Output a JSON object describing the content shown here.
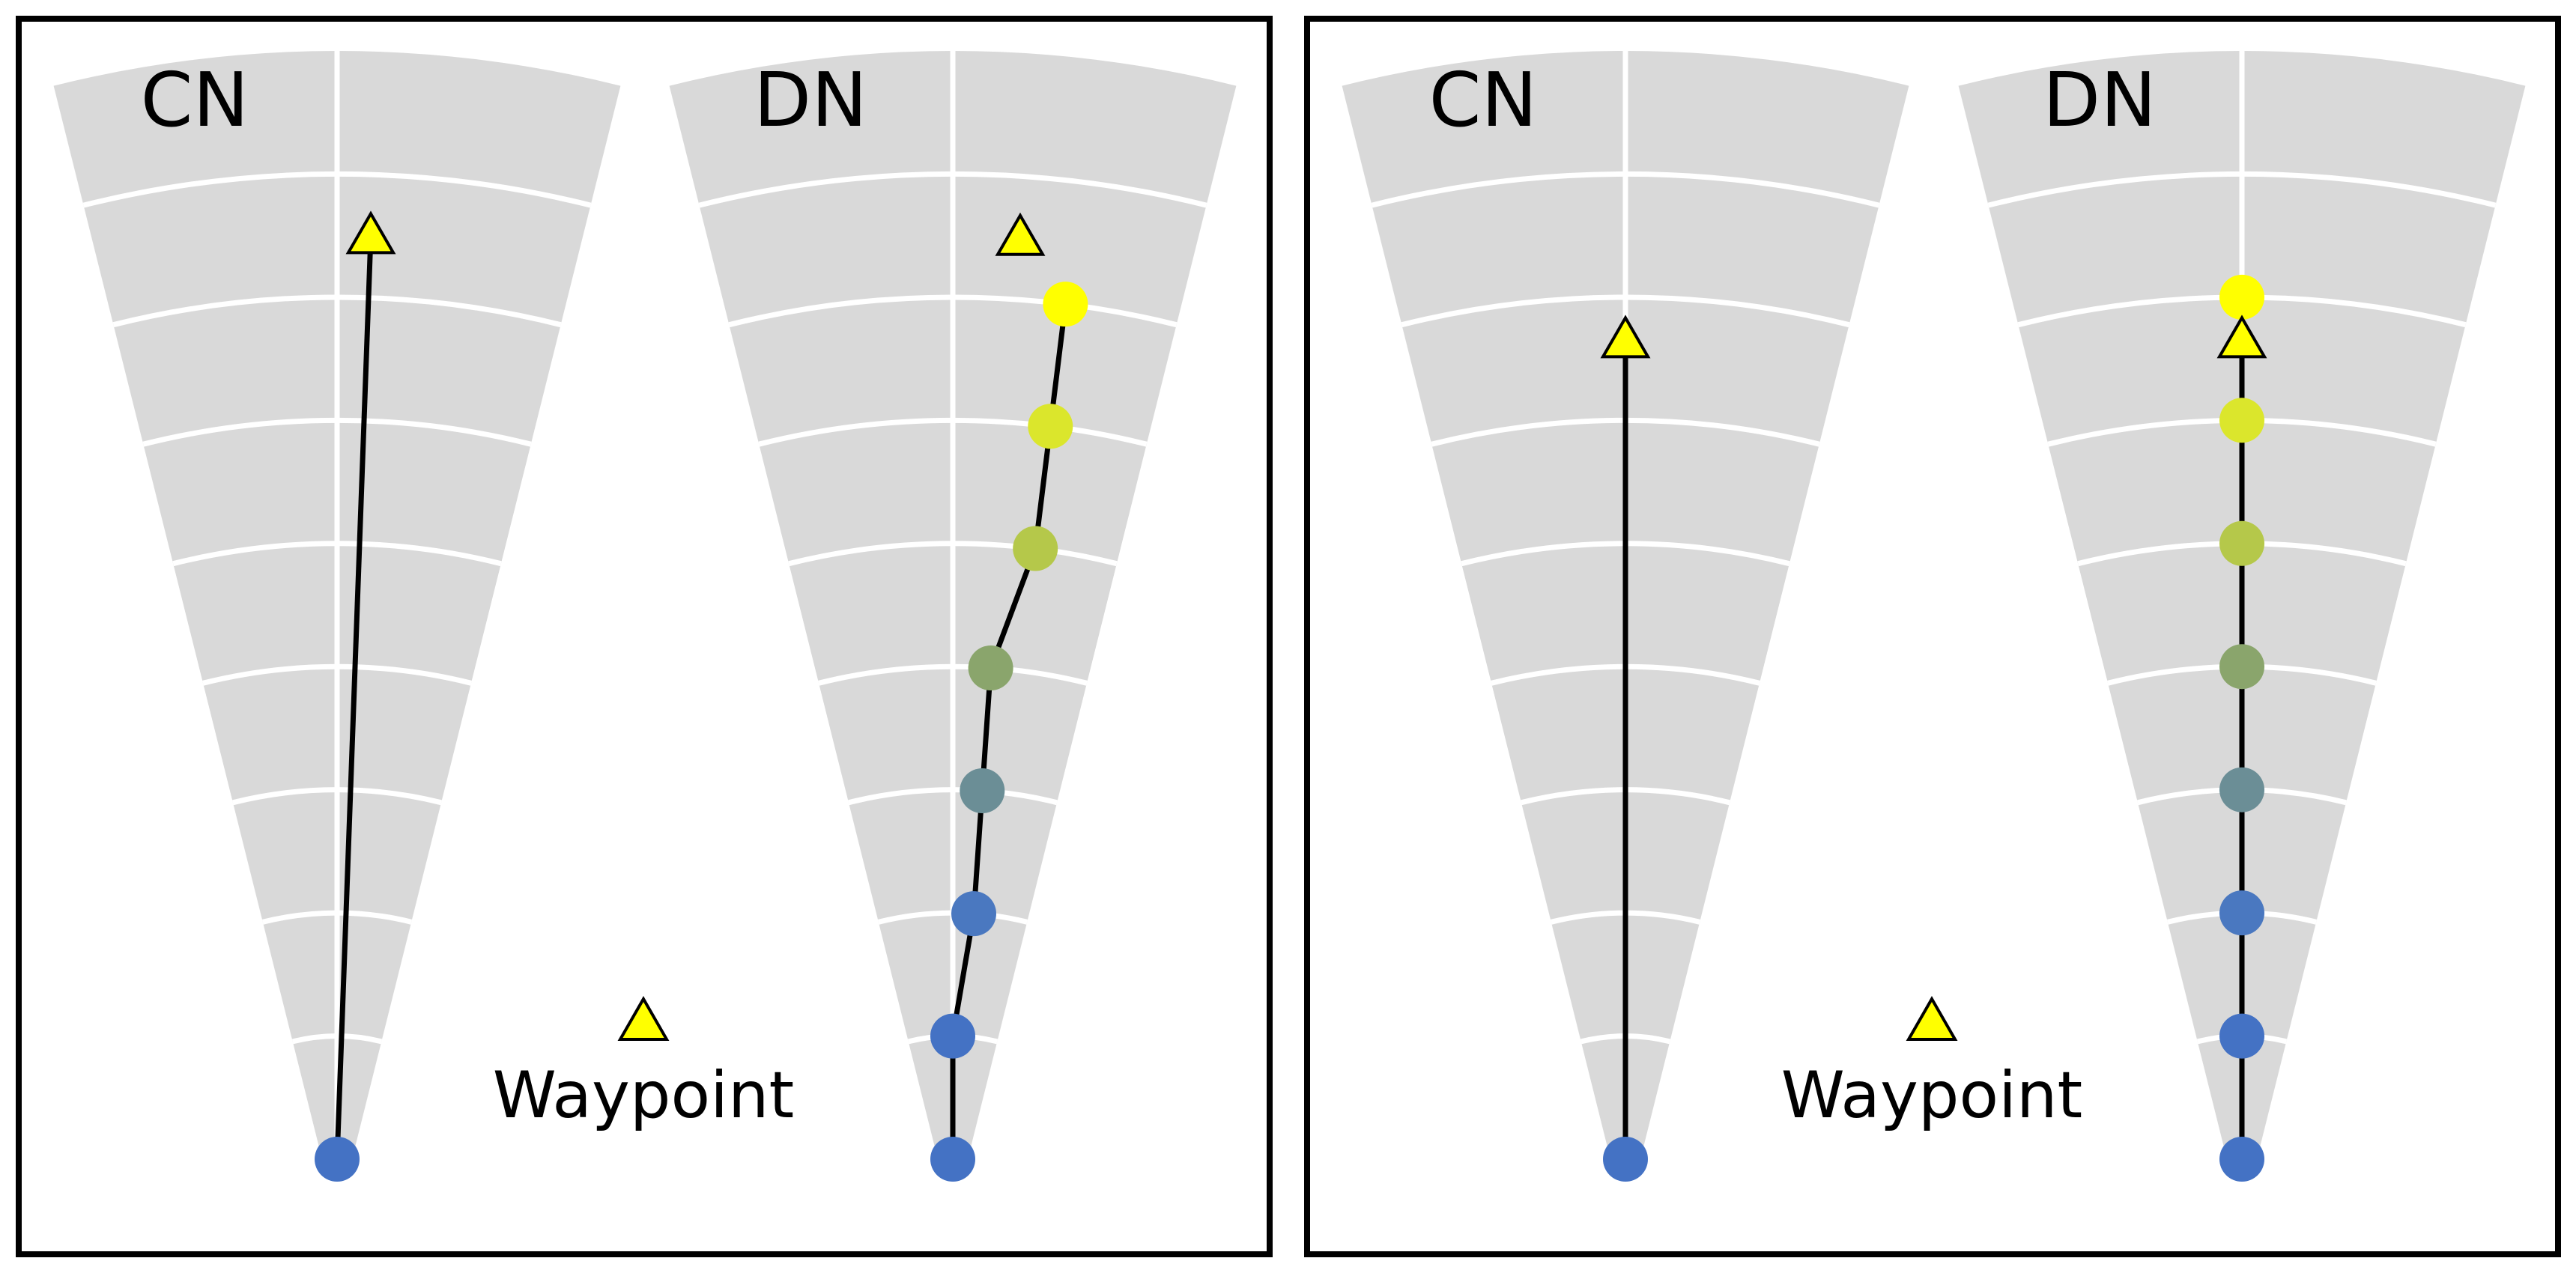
{
  "panels": [
    {
      "id": "panel-1",
      "fans": [
        {
          "id": "cn",
          "label": "CN",
          "waypoint": {
            "across": 0.14,
            "row": 1.5
          },
          "path": [
            {
              "across": 0.0,
              "row": 9.0
            },
            {
              "across": 0.14,
              "row": 1.5
            }
          ],
          "nodes": [
            {
              "across": 0.0,
              "row": 9.0,
              "color": "#4472c4"
            }
          ]
        },
        {
          "id": "dn",
          "label": "DN",
          "waypoint": {
            "across": 0.28,
            "row": 1.5
          },
          "path": [
            {
              "across": 0.0,
              "row": 9.0
            },
            {
              "across": 0.0,
              "row": 8.0
            },
            {
              "across": 0.28,
              "row": 7.0
            },
            {
              "across": 0.28,
              "row": 6.0
            },
            {
              "across": 0.28,
              "row": 5.0
            },
            {
              "across": 0.5,
              "row": 4.0
            },
            {
              "across": 0.5,
              "row": 3.0
            },
            {
              "across": 0.5,
              "row": 2.0
            }
          ],
          "nodes": [
            {
              "across": 0.0,
              "row": 9.0,
              "color": "#4472c4"
            },
            {
              "across": 0.0,
              "row": 8.0,
              "color": "#4472c4"
            },
            {
              "across": 0.28,
              "row": 7.0,
              "color": "#4a78c0"
            },
            {
              "across": 0.28,
              "row": 6.0,
              "color": "#6b8e96"
            },
            {
              "across": 0.28,
              "row": 5.0,
              "color": "#8aa56c"
            },
            {
              "across": 0.5,
              "row": 4.0,
              "color": "#b5c84a"
            },
            {
              "across": 0.5,
              "row": 3.0,
              "color": "#dbe62c"
            },
            {
              "across": 0.5,
              "row": 2.0,
              "color": "#ffff00"
            }
          ]
        }
      ],
      "legend": {
        "label": "Waypoint"
      }
    },
    {
      "id": "panel-2",
      "fans": [
        {
          "id": "cn",
          "label": "CN",
          "waypoint": {
            "across": 0.0,
            "row": 2.35
          },
          "path": [
            {
              "across": 0.0,
              "row": 9.0
            },
            {
              "across": 0.0,
              "row": 2.35
            }
          ],
          "nodes": [
            {
              "across": 0.0,
              "row": 9.0,
              "color": "#4472c4"
            }
          ]
        },
        {
          "id": "dn",
          "label": "DN",
          "waypoint": {
            "across": 0.0,
            "row": 2.35
          },
          "path": [
            {
              "across": 0.0,
              "row": 9.0
            },
            {
              "across": 0.0,
              "row": 2.0
            }
          ],
          "nodes": [
            {
              "across": 0.0,
              "row": 9.0,
              "color": "#4472c4"
            },
            {
              "across": 0.0,
              "row": 8.0,
              "color": "#4472c4"
            },
            {
              "across": 0.0,
              "row": 7.0,
              "color": "#4a78c0"
            },
            {
              "across": 0.0,
              "row": 6.0,
              "color": "#6b8e96"
            },
            {
              "across": 0.0,
              "row": 5.0,
              "color": "#8aa56c"
            },
            {
              "across": 0.0,
              "row": 4.0,
              "color": "#b5c84a"
            },
            {
              "across": 0.0,
              "row": 3.0,
              "color": "#dbe62c"
            },
            {
              "across": 0.0,
              "row": 2.0,
              "color": "#ffff00"
            }
          ]
        }
      ],
      "legend": {
        "label": "Waypoint"
      }
    }
  ],
  "colors": {
    "sector_fill": "#d9d9d9",
    "grid_line": "#ffffff",
    "path": "#000000",
    "waypoint": "#ffff00",
    "frame": "#000000"
  }
}
